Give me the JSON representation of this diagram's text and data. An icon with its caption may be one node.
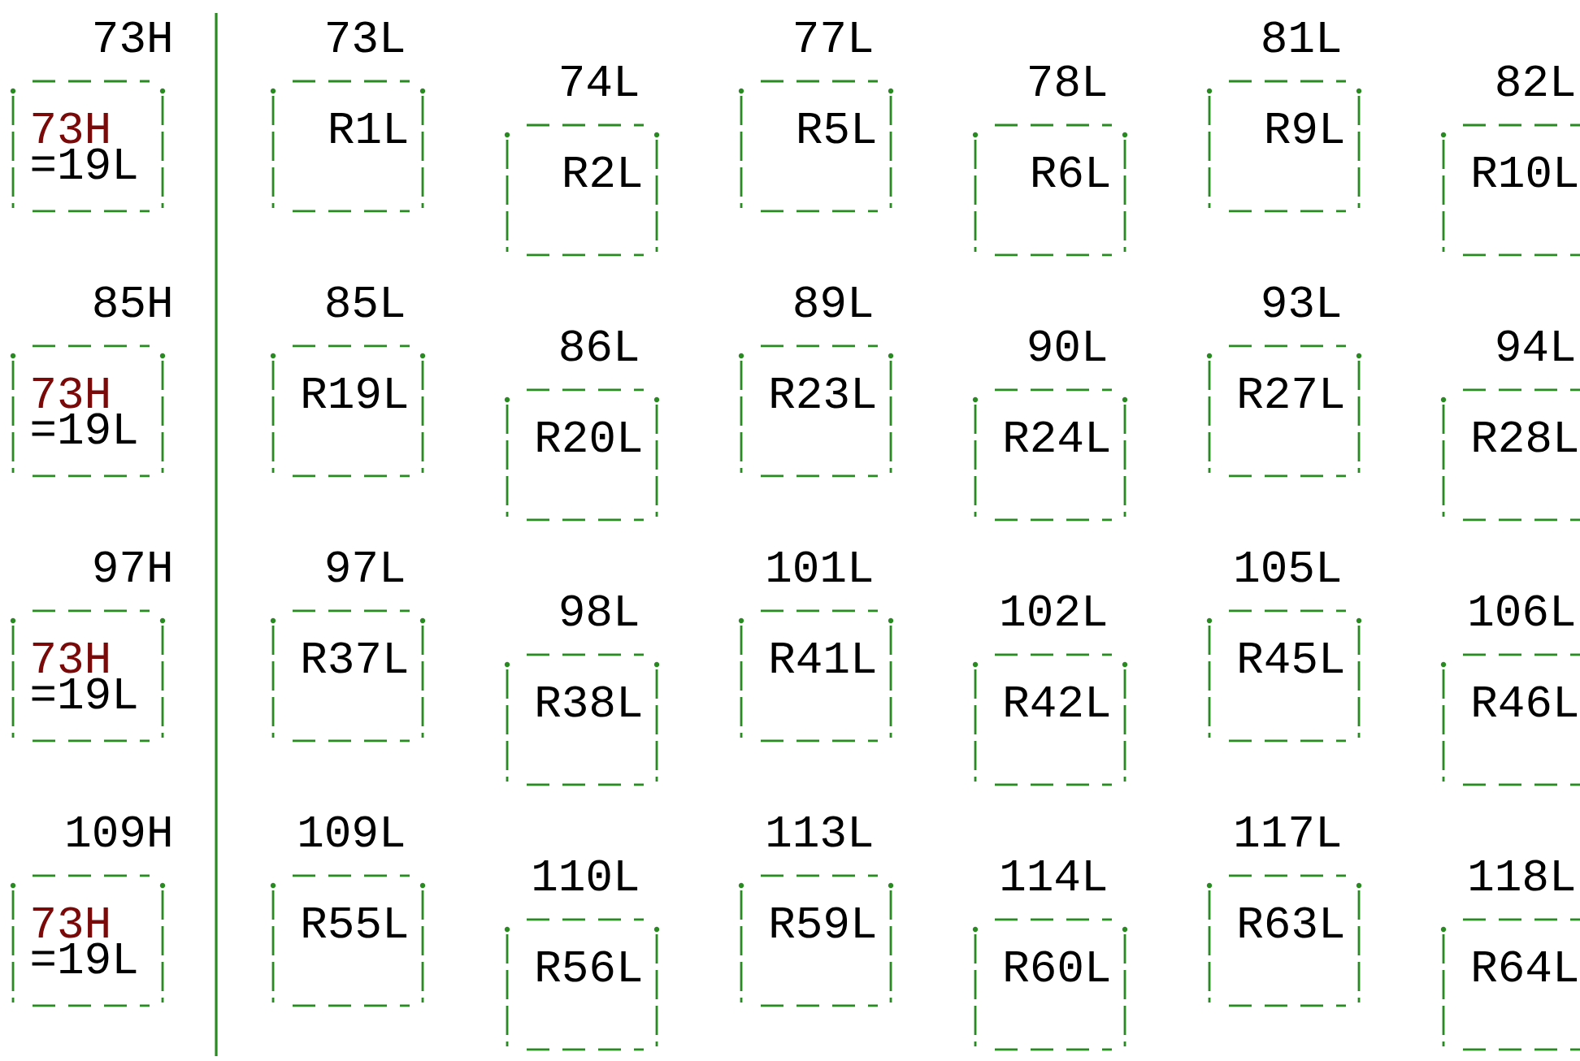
{
  "diagram": {
    "nodes": [
      {
        "text": [
          "73H",
          "73H",
          "=19L"
        ]
      },
      {
        "text": [
          "73L",
          "R1L"
        ]
      },
      {
        "text": [
          "74L",
          "R2L"
        ]
      },
      {
        "text": [
          "77L",
          "R5L"
        ]
      },
      {
        "text": [
          "78L",
          "R6L"
        ]
      },
      {
        "text": [
          "81L",
          "R9L"
        ]
      },
      {
        "text": [
          "82L",
          "R10L"
        ]
      },
      {
        "text": [
          "85H",
          "73H",
          "=19L"
        ]
      },
      {
        "text": [
          "85L",
          "R19L"
        ]
      },
      {
        "text": [
          "86L",
          "R20L"
        ]
      },
      {
        "text": [
          "89L",
          "R23L"
        ]
      },
      {
        "text": [
          "90L",
          "R24L"
        ]
      },
      {
        "text": [
          "93L",
          "R27L"
        ]
      },
      {
        "text": [
          "94L",
          "R28L"
        ]
      },
      {
        "text": [
          "97H",
          "73H",
          "=19L"
        ]
      },
      {
        "text": [
          "97L",
          "R37L"
        ]
      },
      {
        "text": [
          "98L",
          "R38L"
        ]
      },
      {
        "text": [
          "101L",
          "R41L"
        ]
      },
      {
        "text": [
          "102L",
          "R42L"
        ]
      },
      {
        "text": [
          "105L",
          "R45L"
        ]
      },
      {
        "text": [
          "106L",
          "R46L"
        ]
      },
      {
        "text": [
          "109H",
          "73H",
          "=19L"
        ]
      },
      {
        "text": [
          "109L",
          "R55L"
        ]
      },
      {
        "text": [
          "110L",
          "R56L"
        ]
      },
      {
        "text": [
          "113L",
          "R59L"
        ]
      },
      {
        "text": [
          "114L",
          "R60L"
        ]
      },
      {
        "text": [
          "117L",
          "R63L"
        ]
      },
      {
        "text": [
          "118L",
          "R64L"
        ]
      }
    ]
  }
}
